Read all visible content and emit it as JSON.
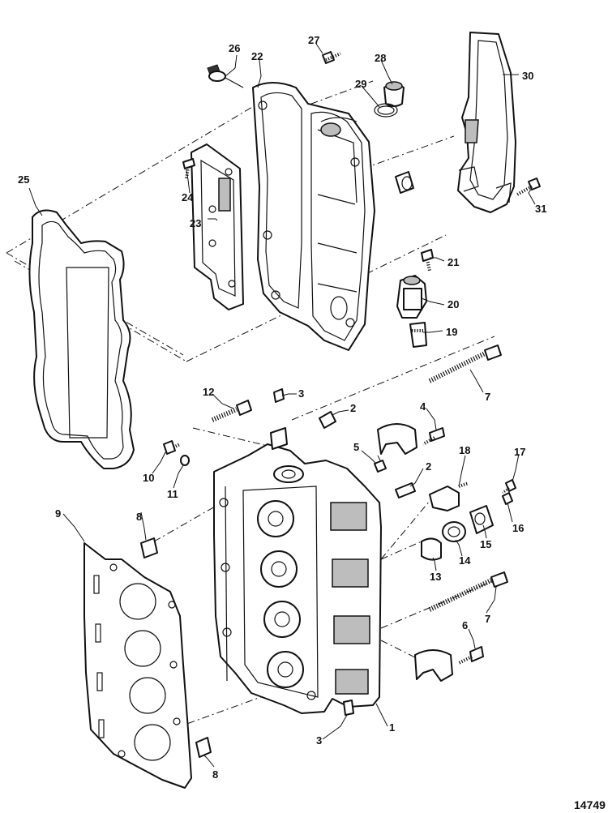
{
  "figure_id": "14749",
  "callouts": [
    {
      "id": "c1",
      "text": "1"
    },
    {
      "id": "c2a",
      "text": "2"
    },
    {
      "id": "c2b",
      "text": "2"
    },
    {
      "id": "c3a",
      "text": "3"
    },
    {
      "id": "c3b",
      "text": "3"
    },
    {
      "id": "c4",
      "text": "4"
    },
    {
      "id": "c5",
      "text": "5"
    },
    {
      "id": "c6",
      "text": "6"
    },
    {
      "id": "c7a",
      "text": "7"
    },
    {
      "id": "c7b",
      "text": "7"
    },
    {
      "id": "c8a",
      "text": "8"
    },
    {
      "id": "c8b",
      "text": "8"
    },
    {
      "id": "c9",
      "text": "9"
    },
    {
      "id": "c10",
      "text": "10"
    },
    {
      "id": "c11",
      "text": "11"
    },
    {
      "id": "c12",
      "text": "12"
    },
    {
      "id": "c13",
      "text": "13"
    },
    {
      "id": "c14",
      "text": "14"
    },
    {
      "id": "c15",
      "text": "15"
    },
    {
      "id": "c16",
      "text": "16"
    },
    {
      "id": "c17",
      "text": "17"
    },
    {
      "id": "c18",
      "text": "18"
    },
    {
      "id": "c19",
      "text": "19"
    },
    {
      "id": "c20",
      "text": "20"
    },
    {
      "id": "c21",
      "text": "21"
    },
    {
      "id": "c22",
      "text": "22"
    },
    {
      "id": "c23",
      "text": "23"
    },
    {
      "id": "c24",
      "text": "24"
    },
    {
      "id": "c25",
      "text": "25"
    },
    {
      "id": "c26",
      "text": "26"
    },
    {
      "id": "c27",
      "text": "27"
    },
    {
      "id": "c28",
      "text": "28"
    },
    {
      "id": "c29",
      "text": "29"
    },
    {
      "id": "c30",
      "text": "30"
    },
    {
      "id": "c31",
      "text": "31"
    }
  ]
}
